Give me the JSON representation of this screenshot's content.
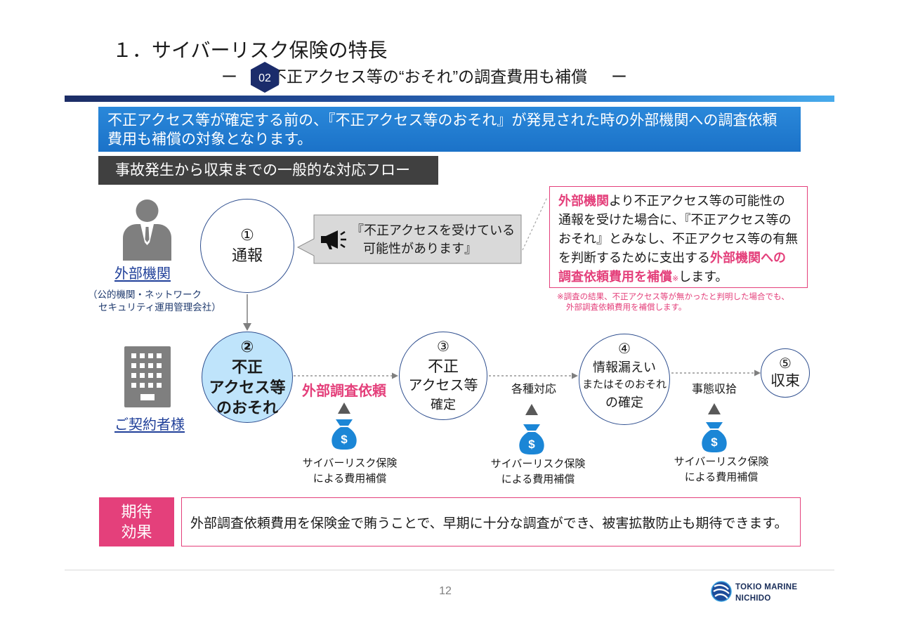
{
  "header": {
    "title": "１．サイバーリスク保険の特長",
    "dash_left": "ー",
    "badge": "02",
    "subtitle": "不正アクセス等の“おそれ”の調査費用も補償",
    "dash_right": "ー"
  },
  "banner": {
    "lines": [
      "不正アクセス等が確定する前の、『不正アクセス等のおそれ』が発見された時の外部機関への調査依頼",
      "費用も補償の対象となります。"
    ]
  },
  "flow_label": "事故発生から収束までの一般的な対応フロー",
  "actors": {
    "external": {
      "icon": "person-icon",
      "name": "外部機関",
      "note_lines": [
        "（公的機関・ネットワーク",
        "セキュリティ運用管理会社）"
      ]
    },
    "client": {
      "icon": "building-icon",
      "name": "ご契約者様"
    }
  },
  "steps": [
    {
      "num": "①",
      "lines": [
        "通報"
      ]
    },
    {
      "num": "②",
      "lines": [
        "不正",
        "アクセス等",
        "のおそれ"
      ]
    },
    {
      "num": "③",
      "lines": [
        "不正",
        "アクセス等",
        "確定"
      ]
    },
    {
      "num": "④",
      "lines": [
        "情報漏えい",
        "またはそのおそれ",
        "の確定"
      ]
    },
    {
      "num": "⑤",
      "lines": [
        "収束"
      ]
    }
  ],
  "callout": {
    "icon": "megaphone-icon",
    "lines": [
      "『不正アクセスを受けている",
      "可能性があります』"
    ]
  },
  "notice": {
    "lines": [
      [
        "外部機関",
        "より不正アクセス等の可能性の"
      ],
      [
        "通報を受けた場合に、『不正アクセス等の"
      ],
      [
        "おそれ』とみなし、不正アクセス等の有無"
      ],
      [
        "を判断するために支出する",
        "外部機関への"
      ],
      [
        "調査依頼費用を補償",
        "※",
        "します。"
      ]
    ],
    "footnote": [
      "※調査の結果、不正アクセス等が無かったと判明した場合でも、",
      "外部調査依頼費用を補償します。"
    ]
  },
  "transitions": [
    {
      "label": "外部調査依頼",
      "icon": "money-bag-icon",
      "symbol": "$",
      "coverage": [
        "サイバーリスク保険",
        "による費用補償"
      ]
    },
    {
      "label": "各種対応",
      "icon": "money-bag-icon",
      "symbol": "$",
      "coverage": [
        "サイバーリスク保険",
        "による費用補償"
      ]
    },
    {
      "label": "事態収拾",
      "icon": "money-bag-icon",
      "symbol": "$",
      "coverage": [
        "サイバーリスク保険",
        "による費用補償"
      ]
    }
  ],
  "effect": {
    "label": [
      "期待",
      "効果"
    ],
    "text": "外部調査依頼費用を保険金で賄うことで、早期に十分な調査ができ、被害拡散防止も期待できます。"
  },
  "footer": {
    "page_number": "12",
    "logo_icon": "tokio-marine-logo-icon",
    "logo_lines": [
      "TOKIO MARINE",
      "NICHIDO"
    ]
  },
  "colors": {
    "navy": "#1c2d66",
    "banner_blue": "#1f78cf",
    "accent_pink": "#e4407b",
    "step_highlight_fill": "#bfe4fb",
    "label_dark": "#404040",
    "icon_gray": "#7f7f7f",
    "money_bag_blue": "#1b86d6"
  }
}
